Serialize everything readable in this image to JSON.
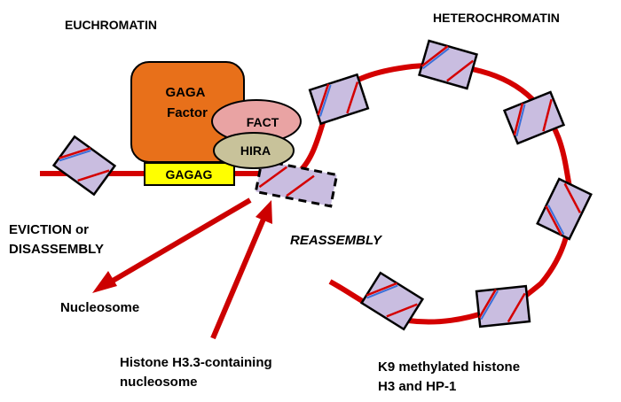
{
  "labels": {
    "euchromatin": "EUCHROMATIN",
    "heterochromatin": "HETEROCHROMATIN",
    "gaga_line1": "GAGA",
    "gaga_line2": "Factor",
    "fact": "FACT",
    "hira": "HIRA",
    "gagag": "GAGAG",
    "eviction_line1": "EVICTION or",
    "eviction_line2": "DISASSEMBLY",
    "reassembly": "REASSEMBLY",
    "nucleosome": "Nucleosome",
    "h33_line1": "Histone H3.3-containing",
    "h33_line2": "nucleosome",
    "k9_line1": "K9 methylated histone",
    "k9_line2": "H3 and  HP-1"
  },
  "colors": {
    "dna": "#d40000",
    "nucleosome_fill": "#c9bde0",
    "gaga_fill": "#e8701a",
    "fact_fill": "#e9a3a3",
    "hira_fill": "#c8c29a",
    "gagag_fill": "#ffff00",
    "arrow": "#cc0000",
    "stripe_blue": "#3b6fd8"
  }
}
